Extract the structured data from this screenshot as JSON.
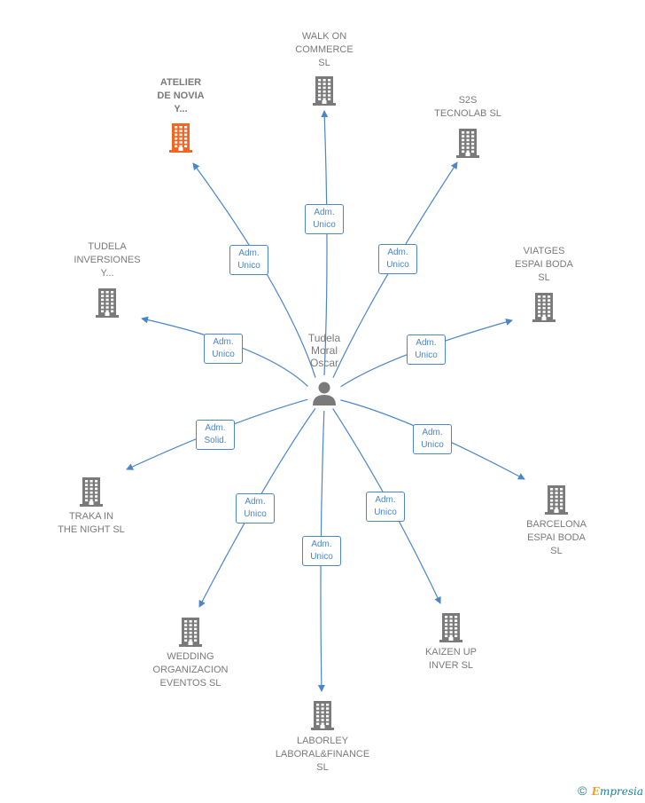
{
  "center": {
    "label": "Tudela\nMoral\nOscar",
    "icon": "person-icon"
  },
  "colors": {
    "edge": "#4a86c8",
    "building": "#7a7a7a",
    "highlight": "#f26522"
  },
  "companies": [
    {
      "id": "walk-on-commerce",
      "label": "WALK ON\nCOMMERCE\nSL",
      "role": "Adm.\nUnico",
      "highlight": false
    },
    {
      "id": "atelier-de-novia",
      "label": "ATELIER\nDE NOVIA\nY...",
      "role": "Adm.\nUnico",
      "highlight": true
    },
    {
      "id": "s2s-tecnolab",
      "label": "S2S\nTECNOLAB  SL",
      "role": "Adm.\nUnico",
      "highlight": false
    },
    {
      "id": "tudela-inversiones",
      "label": "TUDELA\nINVERSIONES\nY...",
      "role": "Adm.\nUnico",
      "highlight": false
    },
    {
      "id": "viatges-espai-boda",
      "label": "VIATGES\nESPAI BODA\nSL",
      "role": "Adm.\nUnico",
      "highlight": false
    },
    {
      "id": "traka-in-the-night",
      "label": "TRAKA IN\nTHE NIGHT  SL",
      "role": "Adm.\nSolid.",
      "highlight": false
    },
    {
      "id": "barcelona-espai-boda",
      "label": "BARCELONA\nESPAI BODA\nSL",
      "role": "Adm.\nUnico",
      "highlight": false
    },
    {
      "id": "wedding-organizacion",
      "label": "WEDDING\nORGANIZACION\nEVENTOS  SL",
      "role": "Adm.\nUnico",
      "highlight": false
    },
    {
      "id": "kaizen-up-inver",
      "label": "KAIZEN UP\nINVER  SL",
      "role": "Adm.\nUnico",
      "highlight": false
    },
    {
      "id": "laborley",
      "label": "LABORLEY\nLABORAL&FINANCE\nSL",
      "role": "Adm.\nUnico",
      "highlight": false
    }
  ],
  "footer": {
    "copyright": "©",
    "brand_first": "E",
    "brand_rest": "mpresia"
  }
}
